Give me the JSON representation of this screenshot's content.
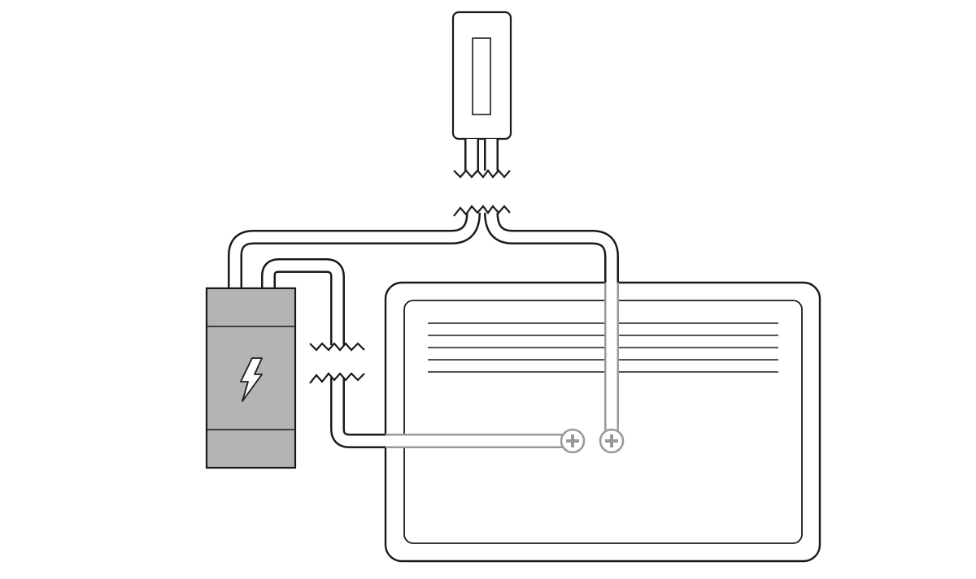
{
  "diagram": {
    "elements": [
      {
        "name": "wall-thermostat",
        "icon": "thermostat-icon"
      },
      {
        "name": "power-supply",
        "icon": "lightning-bolt-icon"
      },
      {
        "name": "panel-heater"
      },
      {
        "name": "terminal-1",
        "icon": "plus-terminal-icon"
      },
      {
        "name": "terminal-2",
        "icon": "plus-terminal-icon"
      }
    ]
  },
  "colors": {
    "line": "#1a1a1a",
    "wire_gray": "#9a9a9a",
    "power_supply_fill": "#b4b4b6",
    "background": "#ffffff"
  }
}
